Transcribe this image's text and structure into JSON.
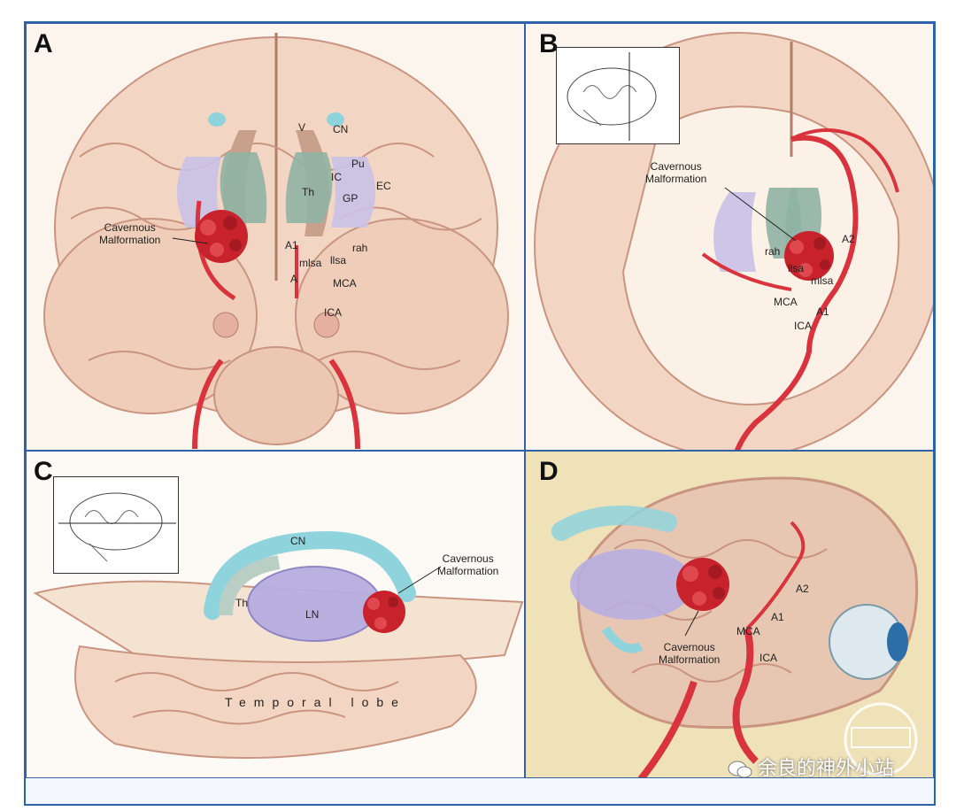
{
  "panels": {
    "a": {
      "letter": "A",
      "labels": {
        "v": "V",
        "cn": "CN",
        "pu": "Pu",
        "ic": "IC",
        "ec": "EC",
        "th": "Th",
        "gp": "GP",
        "cavernous": "Cavernous",
        "malformation": "Malformation",
        "a1": "A1",
        "rah": "rah",
        "mlsa": "mlsa",
        "llsa": "llsa",
        "a2": "A",
        "mca": "MCA",
        "ica": "ICA"
      }
    },
    "b": {
      "letter": "B",
      "labels": {
        "cavernous": "Cavernous",
        "malformation": "Malformation",
        "rah": "rah",
        "llsa": "llsa",
        "mlsa": "mlsa",
        "mca": "MCA",
        "a1": "A1",
        "a2": "A2",
        "ica": "ICA"
      }
    },
    "c": {
      "letter": "C",
      "labels": {
        "cn": "CN",
        "th": "Th",
        "ln": "LN",
        "cavernous": "Cavernous",
        "malformation": "Malformation",
        "temporal_lobe": "Temporal lobe"
      }
    },
    "d": {
      "letter": "D",
      "labels": {
        "a2": "A2",
        "a1": "A1",
        "mca": "MCA",
        "ica": "ICA",
        "cavernous": "Cavernous",
        "malformation": "Malformation"
      }
    }
  },
  "watermark": {
    "text": "余良的神外小站"
  },
  "colors": {
    "frame": "#2f62a8",
    "brain": "#f2d5c3",
    "brain_dark": "#d9a88f",
    "vessel": "#d9333d",
    "lesion": "#c8232c",
    "thalamus": "#8fb3a4",
    "lentiform": "#b7aee0",
    "caudate": "#8fd3dc",
    "skull": "#efe2b8"
  }
}
